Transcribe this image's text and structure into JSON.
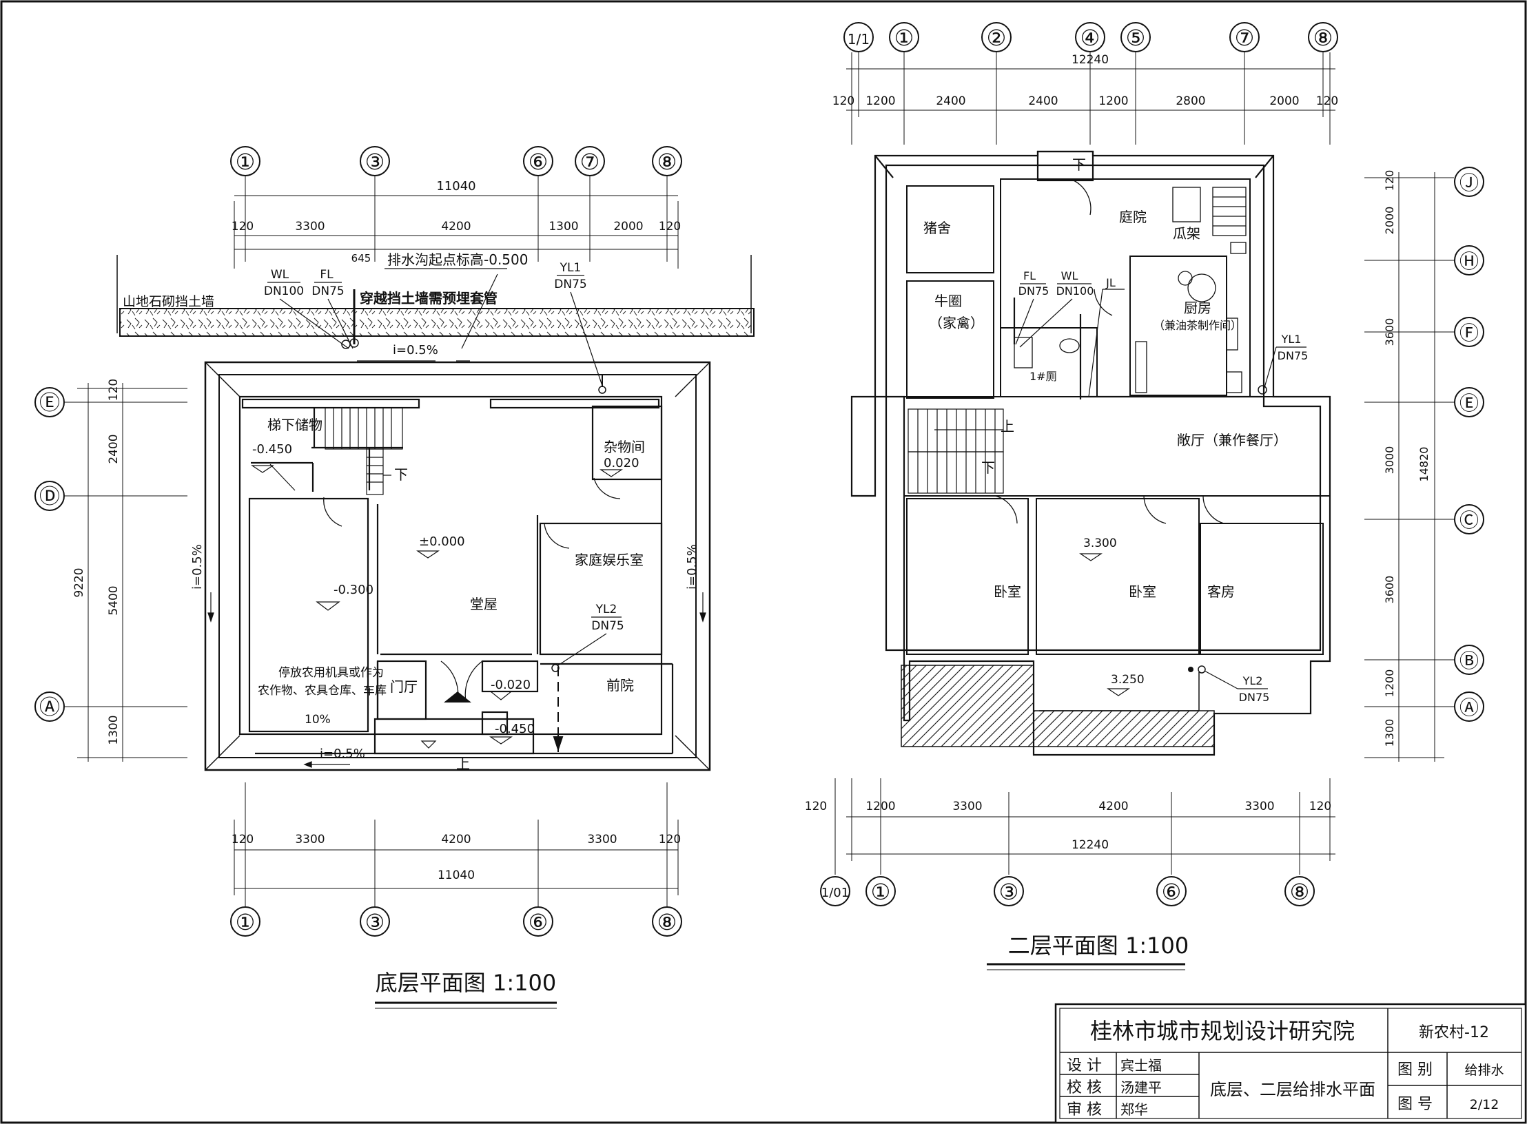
{
  "ground_floor": {
    "title": "底层平面图  1:100",
    "axes_top": [
      "①",
      "③",
      "⑥",
      "⑦",
      "⑧"
    ],
    "axes_bottom": [
      "①",
      "③",
      "⑥",
      "⑧"
    ],
    "axes_left": [
      "Ⓔ",
      "Ⓓ",
      "Ⓐ"
    ],
    "dims_top_total": "11040",
    "dims_top_segments": [
      "120",
      "3300",
      "4200",
      "1300",
      "2000",
      "120"
    ],
    "dims_bottom_total": "11040",
    "dims_bottom_segments": [
      "120",
      "3300",
      "4200",
      "3300",
      "120"
    ],
    "dims_left_total": "9220",
    "dims_left_segments": [
      "120",
      "2400",
      "5400",
      "1300"
    ],
    "dim_645": "645",
    "rooms": {
      "stair_storage": "梯下储物",
      "sundry": "杂物间",
      "hall": "堂屋",
      "family_room": "家庭娱乐室",
      "garage": "停放农用机具或作为",
      "garage2": "农作物、农具仓库、车库",
      "foyer": "门厅",
      "front_yard": "前院",
      "down": "下",
      "up": "上"
    },
    "elevations": {
      "e1": "-0.450",
      "e2": "0.020",
      "e3": "±0.000",
      "e4": "-0.300",
      "e5": "-0.020",
      "e6": "-0.450"
    },
    "notes": {
      "retaining_wall": "山地石砌挡土墙",
      "ditch": "排水沟起点标高-0.500",
      "sleeve": "穿越挡土墙需预埋套管",
      "wl": "WL",
      "wl_dn": "DN100",
      "fl": "FL",
      "fl_dn": "DN75",
      "yl1": "YL1",
      "yl1_dn": "DN75",
      "yl2": "YL2",
      "yl2_dn": "DN75",
      "slope": "i=0.5%",
      "slope_ramp": "10%"
    }
  },
  "second_floor": {
    "title": "二层平面图  1:100",
    "axes_top": [
      "1/1",
      "①",
      "②",
      "④",
      "⑤",
      "⑦",
      "⑧"
    ],
    "axes_bottom": [
      "1/01",
      "①",
      "③",
      "⑥",
      "⑧"
    ],
    "axes_right": [
      "Ⓙ",
      "Ⓗ",
      "Ⓕ",
      "Ⓔ",
      "Ⓒ",
      "Ⓑ",
      "Ⓐ"
    ],
    "dims_top_total": "12240",
    "dims_top_segments": [
      "120",
      "1200",
      "2400",
      "2400",
      "1200",
      "2800",
      "2000",
      "120"
    ],
    "dims_bottom_total": "12240",
    "dims_bottom_segments": [
      "120",
      "1200",
      "3300",
      "4200",
      "3300",
      "120"
    ],
    "dims_right_total": "14820",
    "dims_right_segments": [
      "120",
      "2000",
      "3600",
      "3000",
      "3600",
      "1200",
      "1300"
    ],
    "rooms": {
      "pigsty": "猪舍",
      "cattle": "牛圈",
      "cattle2": "（家禽）",
      "courtyard": "庭院",
      "melon": "瓜架",
      "kitchen": "厨房",
      "kitchen2": "（兼油茶制作间）",
      "toilet": "1#厕",
      "hall": "敞厅（兼作餐厅）",
      "bedroom1": "卧室",
      "bedroom2": "卧室",
      "guest": "客房",
      "down": "下",
      "up": "上"
    },
    "elevations": {
      "e1": "3.300",
      "e2": "3.250"
    },
    "notes": {
      "fl": "FL",
      "fl_dn": "DN75",
      "wl": "WL",
      "wl_dn": "DN100",
      "jl": "JL",
      "yl1": "YL1",
      "yl1_dn": "DN75",
      "yl2": "YL2",
      "yl2_dn": "DN75"
    }
  },
  "title_block": {
    "institute": "桂林市城市规划设计研究院",
    "project": "新农村-12",
    "design_label": "设 计",
    "design_name": "宾士福",
    "check_label": "校 核",
    "check_name": "汤建平",
    "review_label": "审 核",
    "review_name": "郑华",
    "drawing_name": "底层、二层给排水平面",
    "category_label": "图 别",
    "category_value": "给排水",
    "number_label": "图 号",
    "number_value": "2/12"
  }
}
